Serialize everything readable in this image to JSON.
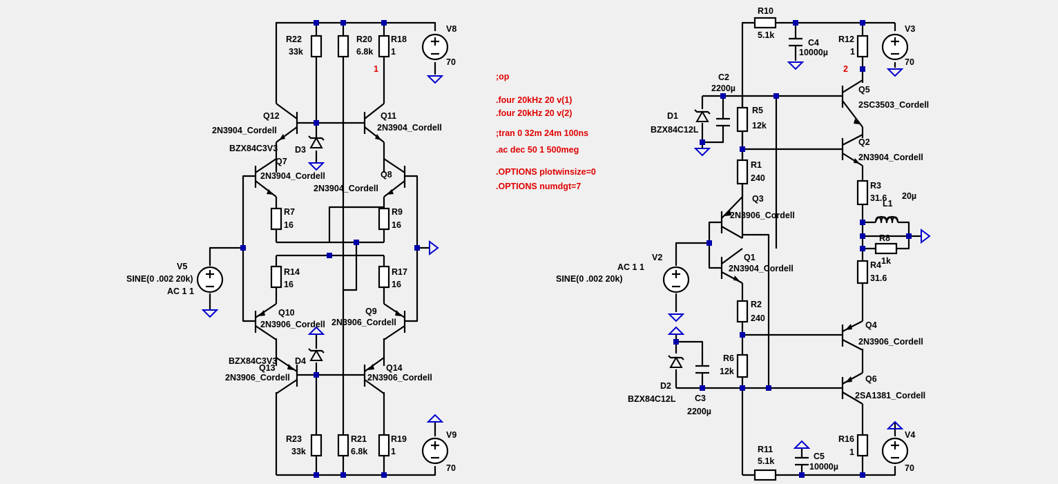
{
  "directives": [
    ";op",
    ".four 20kHz 20 v(1)",
    ".four 20kHz 20 v(2)",
    ";tran 0 32m 24m 100ns",
    ".ac dec 50 1 500meg",
    ".OPTIONS plotwinsize=0",
    ".OPTIONS numdgt=7"
  ],
  "net_labels": {
    "n1": "1",
    "n2": "2"
  },
  "left": {
    "R22": [
      "R22",
      "33k"
    ],
    "R20": [
      "R20",
      "6.8k"
    ],
    "R18": [
      "R18",
      "1"
    ],
    "V8": [
      "V8",
      "70"
    ],
    "V9": [
      "V9",
      "70"
    ],
    "Q12": [
      "Q12",
      "2N3904_Cordell"
    ],
    "Q11": [
      "Q11",
      "2N3904_Cordell"
    ],
    "D3": [
      "D3",
      "BZX84C3V3"
    ],
    "D4": [
      "D4",
      "BZX84C3V3"
    ],
    "Q7": [
      "Q7",
      "2N3904_Cordell"
    ],
    "Q8": [
      "Q8",
      "2N3904_Cordell"
    ],
    "R7": [
      "R7",
      "16"
    ],
    "R9": [
      "R9",
      "16"
    ],
    "R14": [
      "R14",
      "16"
    ],
    "R17": [
      "R17",
      "16"
    ],
    "V5": [
      "V5",
      "SINE(0 .002 20k)",
      "AC 1 1"
    ],
    "Q10": [
      "Q10",
      "2N3906_Cordell"
    ],
    "Q9": [
      "Q9",
      "2N3906_Cordell"
    ],
    "Q13": [
      "Q13",
      "2N3906_Cordell"
    ],
    "Q14": [
      "Q14",
      "2N3906_Cordell"
    ],
    "R23": [
      "R23",
      "33k"
    ],
    "R21": [
      "R21",
      "6.8k"
    ],
    "R19": [
      "R19",
      "1"
    ]
  },
  "right": {
    "R10": [
      "R10",
      "5.1k"
    ],
    "C4": [
      "C4",
      "10000µ"
    ],
    "R12": [
      "R12",
      "1"
    ],
    "V3": [
      "V3",
      "70"
    ],
    "C2": [
      "C2",
      "2200µ"
    ],
    "D1": [
      "D1",
      "BZX84C12L"
    ],
    "R5": [
      "R5",
      "12k"
    ],
    "Q5": [
      "Q5",
      "2SC3503_Cordell"
    ],
    "Q2": [
      "Q2",
      "2N3904_Cordell"
    ],
    "R1": [
      "R1",
      "240"
    ],
    "R3": [
      "R3",
      "31.6"
    ],
    "L1": [
      "L1",
      "20µ"
    ],
    "Q3": [
      "Q3",
      "2N3906_Cordell"
    ],
    "R8": [
      "R8",
      "1k"
    ],
    "V2": [
      "V2",
      "AC 1 1",
      "SINE(0 .002 20k)"
    ],
    "Q1": [
      "Q1",
      "2N3904_Cordell"
    ],
    "R4": [
      "R4",
      "31.6"
    ],
    "R2": [
      "R2",
      "240"
    ],
    "Q4": [
      "Q4",
      "2N3906_Cordell"
    ],
    "R6": [
      "R6",
      "12k"
    ],
    "Q6": [
      "Q6",
      "2SA1381_Cordell"
    ],
    "D2": [
      "D2",
      "BZX84C12L"
    ],
    "C3": [
      "C3",
      "2200µ"
    ],
    "R11": [
      "R11",
      "5.1k"
    ],
    "C5": [
      "C5",
      "10000µ"
    ],
    "R16": [
      "R16",
      "1"
    ],
    "V4": [
      "V4",
      "70"
    ]
  }
}
